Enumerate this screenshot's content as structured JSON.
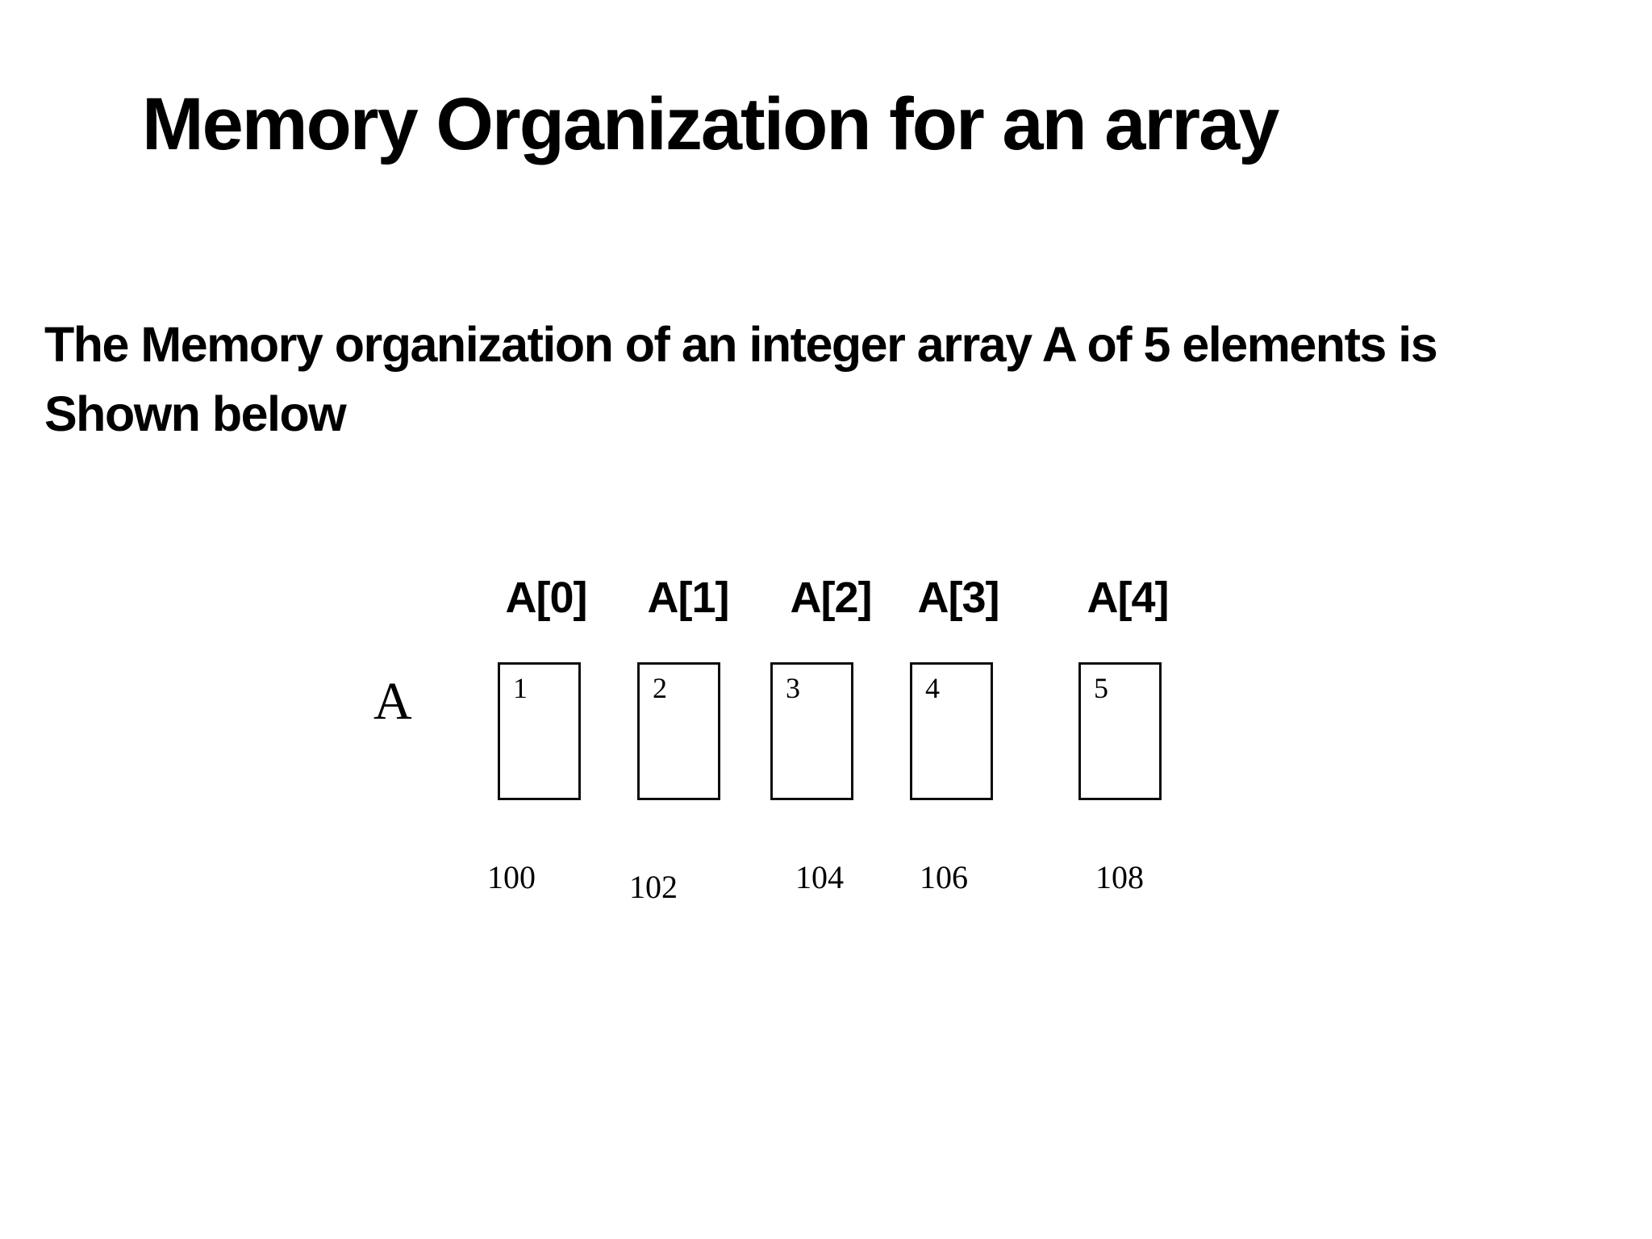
{
  "slide": {
    "title": "Memory Organization for an array",
    "description": {
      "line1": "The Memory organization of an integer array A of 5 elements is",
      "line2": "Shown below"
    },
    "diagram": {
      "array_name": "A",
      "columns": [
        {
          "label": "A[0]",
          "value": "1",
          "address": "100"
        },
        {
          "label": "A[1]",
          "value": "2",
          "address": "102"
        },
        {
          "label": "A[2]",
          "value": "3",
          "address": "104"
        },
        {
          "label": "A[3]",
          "value": "4",
          "address": "106"
        },
        {
          "label": "A[4]",
          "value": "5",
          "address": "108"
        }
      ]
    },
    "colors": {
      "background": "#ffffff",
      "text": "#000000",
      "box_border": "#0d0d0d"
    }
  }
}
